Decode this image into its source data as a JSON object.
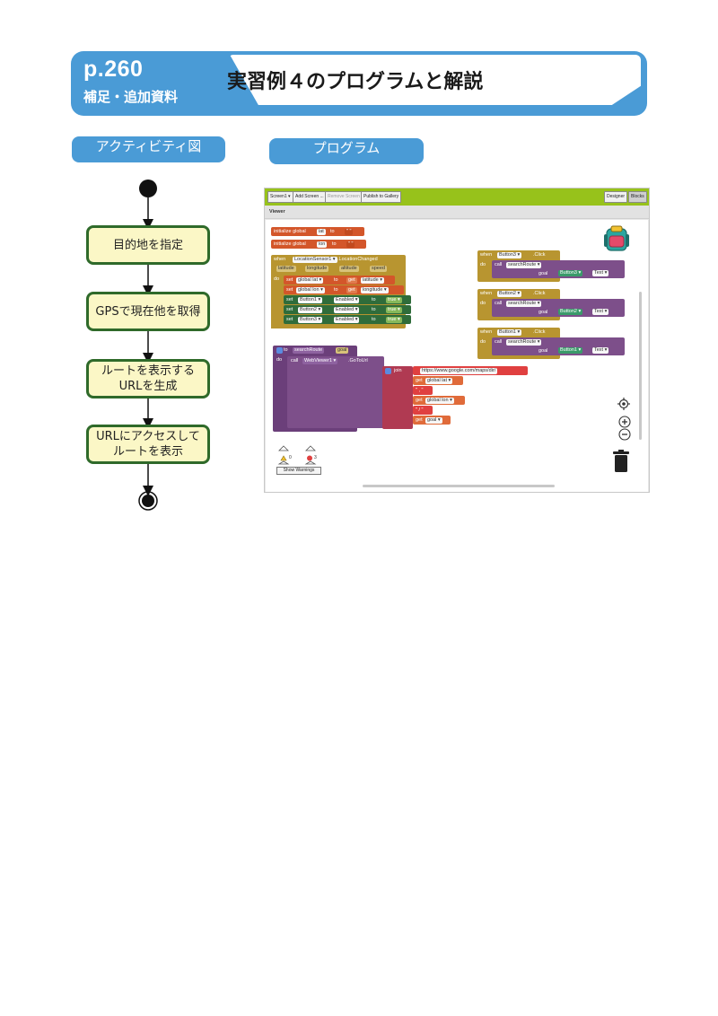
{
  "header": {
    "page_number": "p.260",
    "subtitle": "補足・追加資料",
    "title": "実習例４のプログラムと解説"
  },
  "labels": {
    "activity": "アクティビティ図",
    "program": "プログラム"
  },
  "activity_diagram": {
    "steps": [
      "目的地を指定",
      "GPSで現在他を取得",
      "ルートを表示する\nURLを生成",
      "URLにアクセスして\nルートを表示"
    ]
  },
  "app_inventor": {
    "toolbar": {
      "screen": "Screen1 ▾",
      "add_screen": "Add Screen ...",
      "remove_screen": "Remove Screen",
      "publish": "Publish to Gallery",
      "designer": "Designer",
      "blocks": "Blocks"
    },
    "viewer_label": "Viewer",
    "blocks": {
      "init1": {
        "text": "initialize global",
        "var": "lat",
        "to": "to",
        "value": "\" \""
      },
      "init2": {
        "text": "initialize global",
        "var": "lon",
        "to": "to",
        "value": "\" \""
      },
      "location": {
        "when": "when",
        "sensor": "LocationSensor1 ▾",
        "event": ".LocationChanged",
        "params": [
          "latitude",
          "longitude",
          "altitude",
          "speed"
        ],
        "do": "do",
        "set_lat": "set",
        "set_lat_var": "global lat ▾",
        "set_lat_to": "to",
        "get_lat": "get",
        "get_lat_var": "latitude ▾",
        "set_lon": "set",
        "set_lon_var": "global lon ▾",
        "set_lon_to": "to",
        "get_lon": "get",
        "get_lon_var": "longitude ▾",
        "btn_rows": [
          {
            "set": "set",
            "button": "Button1 ▾",
            "prop": "Enabled ▾",
            "to": "to",
            "val": "true ▾"
          },
          {
            "set": "set",
            "button": "Button2 ▾",
            "prop": "Enabled ▾",
            "to": "to",
            "val": "true ▾"
          },
          {
            "set": "set",
            "button": "Button3 ▾",
            "prop": "Enabled ▾",
            "to": "to",
            "val": "true ▾"
          }
        ]
      },
      "clicks": [
        {
          "when": "when",
          "button": "Button3 ▾",
          "event": ".Click",
          "do": "do",
          "call": "call",
          "proc": "searchRoute ▾",
          "goal": "goal",
          "arg_btn": "Button3 ▾",
          "arg_prop": "Text ▾"
        },
        {
          "when": "when",
          "button": "Button2 ▾",
          "event": ".Click",
          "do": "do",
          "call": "call",
          "proc": "searchRoute ▾",
          "goal": "goal",
          "arg_btn": "Button2 ▾",
          "arg_prop": "Text ▾"
        },
        {
          "when": "when",
          "button": "Button1 ▾",
          "event": ".Click",
          "do": "do",
          "call": "call",
          "proc": "searchRoute ▾",
          "goal": "goal",
          "arg_btn": "Button1 ▾",
          "arg_prop": "Text ▾"
        }
      ],
      "procedure": {
        "to": "to",
        "name": "searchRoute",
        "param": "goal",
        "do": "do",
        "call": "call",
        "component": "WebViewer1 ▾",
        "method": ".GoToUrl",
        "url": "url",
        "join": "join",
        "url_text": "https://www.google.com/maps/dir/",
        "get1": "get",
        "get1_var": "global lat ▾",
        "comma": "\" , \"",
        "get2": "get",
        "get2_var": "global lon ▾",
        "slash": "\" / \"",
        "get3": "get",
        "get3_var": "goal ▾"
      }
    },
    "warnings": {
      "warn_count": "0",
      "error_count": "3",
      "button": "Show Warnings"
    }
  }
}
